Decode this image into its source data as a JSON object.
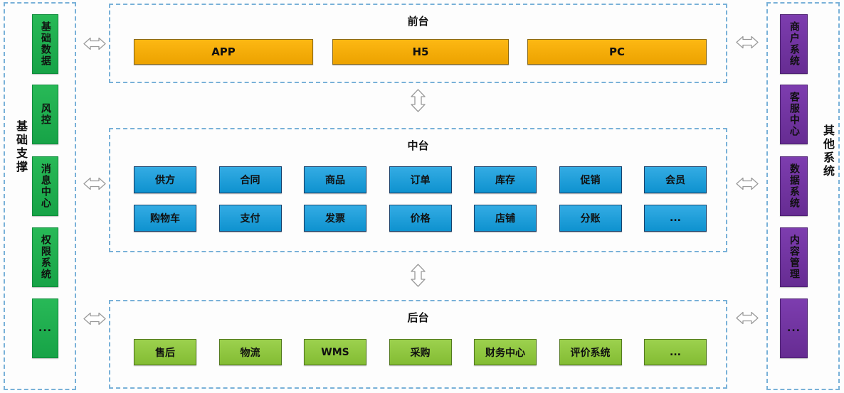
{
  "left_column": {
    "label": "基础支撑",
    "items": [
      "基础数据",
      "风控",
      "消息中心",
      "权限系统",
      "..."
    ]
  },
  "front_section": {
    "title": "前台",
    "items": [
      "APP",
      "H5",
      "PC"
    ]
  },
  "middle_section": {
    "title": "中台",
    "row1": [
      "供方",
      "合同",
      "商品",
      "订单",
      "库存",
      "促销",
      "会员"
    ],
    "row2": [
      "购物车",
      "支付",
      "发票",
      "价格",
      "店铺",
      "分账",
      "..."
    ]
  },
  "back_section": {
    "title": "后台",
    "items": [
      "售后",
      "物流",
      "WMS",
      "采购",
      "财务中心",
      "评价系统",
      "..."
    ]
  },
  "right_column": {
    "label": "其他系统",
    "items": [
      "商户系统",
      "客服中心",
      "数据系统",
      "内容管理",
      "..."
    ]
  },
  "colors": {
    "front_box": "#f2a800",
    "middle_box": "#18a0dc",
    "back_box": "#8fc841",
    "left_box": "#1fb051",
    "right_box": "#7338a6",
    "dashed_border": "#79b1d8",
    "arrow_outline": "#9a9a9a"
  }
}
